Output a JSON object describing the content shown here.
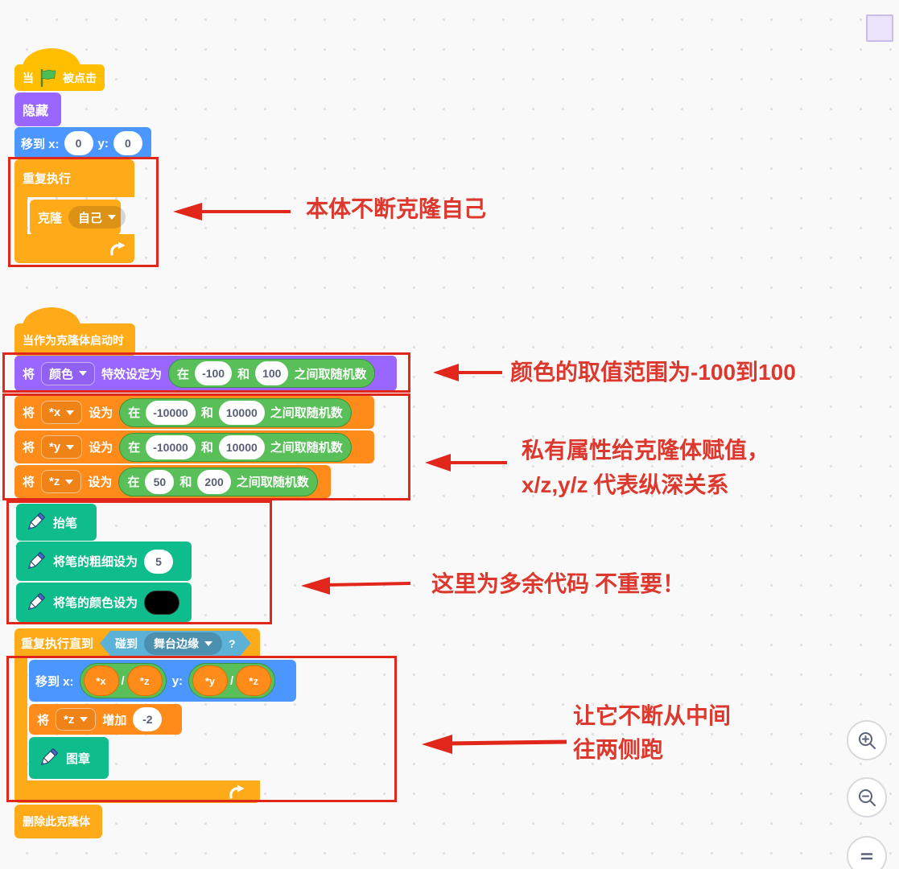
{
  "palette": {
    "events": "#FFBF00",
    "control": "#FFAB19",
    "motion": "#4C97FF",
    "looks": "#9966FF",
    "variables": "#FF8C1A",
    "operators": "#59C059",
    "pen": "#0FBD8C",
    "sensing": "#5CB1D6",
    "annotation_red": "#E1271C"
  },
  "script1": {
    "when_flag": {
      "prefix": "当",
      "suffix": "被点击"
    },
    "hide": "隐藏",
    "goto": {
      "label": "移到 x:",
      "x": "0",
      "y_label": "y:",
      "y": "0"
    },
    "forever": "重复执行",
    "clone": {
      "label": "克隆",
      "option": "自己"
    }
  },
  "script2": {
    "when_clone": "当作为克隆体启动时",
    "set_effect": {
      "set": "将",
      "option": "颜色",
      "suffix": "特效设定为",
      "random": {
        "in": "在",
        "min": "-100",
        "and": "和",
        "max": "100",
        "suffix": "之间取随机数"
      }
    },
    "set_x": {
      "set": "将",
      "option": "*x",
      "to": "设为",
      "random": {
        "in": "在",
        "min": "-10000",
        "and": "和",
        "max": "10000",
        "suffix": "之间取随机数"
      }
    },
    "set_y": {
      "set": "将",
      "option": "*y",
      "to": "设为",
      "random": {
        "in": "在",
        "min": "-10000",
        "and": "和",
        "max": "10000",
        "suffix": "之间取随机数"
      }
    },
    "set_z": {
      "set": "将",
      "option": "*z",
      "to": "设为",
      "random": {
        "in": "在",
        "min": "50",
        "and": "和",
        "max": "200",
        "suffix": "之间取随机数"
      }
    },
    "pen_up": "抬笔",
    "pen_size": {
      "label": "将笔的粗细设为",
      "value": "5"
    },
    "pen_color": {
      "label": "将笔的颜色设为"
    },
    "repeat_until": {
      "label": "重复执行直到",
      "touching": "碰到",
      "option": "舞台边缘",
      "q": "?"
    },
    "goto_xy": {
      "label": "移到 x:",
      "x_var": "*x",
      "slash1": "/",
      "z_var1": "*z",
      "y_label": "y:",
      "y_var": "*y",
      "slash2": "/",
      "z_var2": "*z"
    },
    "change_z": {
      "set": "将",
      "option": "*z",
      "by": "增加",
      "value": "-2"
    },
    "stamp": "图章",
    "delete_clone": "删除此克隆体"
  },
  "annotations": {
    "a1": "本体不断克隆自己",
    "a2": {
      "regular": "颜色的取值范围为",
      "bold": "-100到100"
    },
    "a3": {
      "line1": "私有属性给克隆体赋值，",
      "bold": "x/z,y/z",
      "rest": " 代表纵深关系"
    },
    "a4": "这里为多余代码 不重要！",
    "a5": {
      "line1": "让它不断从中间",
      "line2": "往两侧跑"
    }
  },
  "controls": {
    "zoom_in_icon": "magnifier-plus",
    "zoom_out_icon": "magnifier-minus",
    "zoom_reset_icon": "equals"
  }
}
